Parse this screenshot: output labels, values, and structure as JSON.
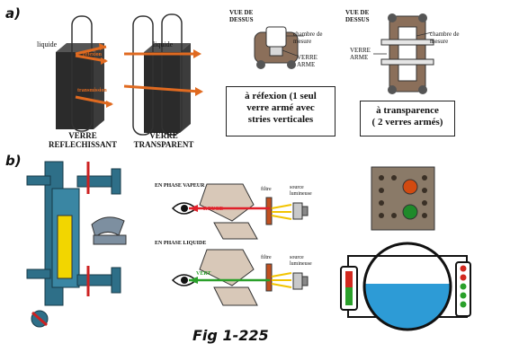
{
  "section_a": {
    "label": "a)",
    "refl_glass": {
      "liquid": "liquide",
      "reflexion": "réfexion",
      "transmission": "transmission",
      "caption": "VERRE\nREFLECHISSANT"
    },
    "transp_glass": {
      "liquid": "liquide",
      "caption": "VERRE\nTRANSPARENT"
    },
    "top_view_reflex": {
      "view": "VUE DE\nDESSUS",
      "chamber": "chambre de\nmesure",
      "glass": "VERRE\nARME"
    },
    "top_view_transp": {
      "view": "VUE DE\nDESSUS",
      "chamber": "chambre de\nmesure",
      "glass": "VERRE\nARME"
    },
    "box_reflex": "à réfexion (1 seul\nverre armé avec\nstries verticales",
    "box_transp": "à transparence\n( 2 verres armés)"
  },
  "section_b": {
    "label": "b)",
    "vapor": {
      "title": "EN PHASE VAPEUR",
      "color": "ROUGE",
      "filter": "filtre",
      "source": "source\nlumineuse",
      "color_hex": "#e0202a"
    },
    "liquid": {
      "title": "EN PHASE LIQUIDE",
      "color": "VERT",
      "filter": "filtre",
      "source": "source\nlumineuse",
      "color_hex": "#2aa02a"
    }
  },
  "caption": "Fig 1-225"
}
